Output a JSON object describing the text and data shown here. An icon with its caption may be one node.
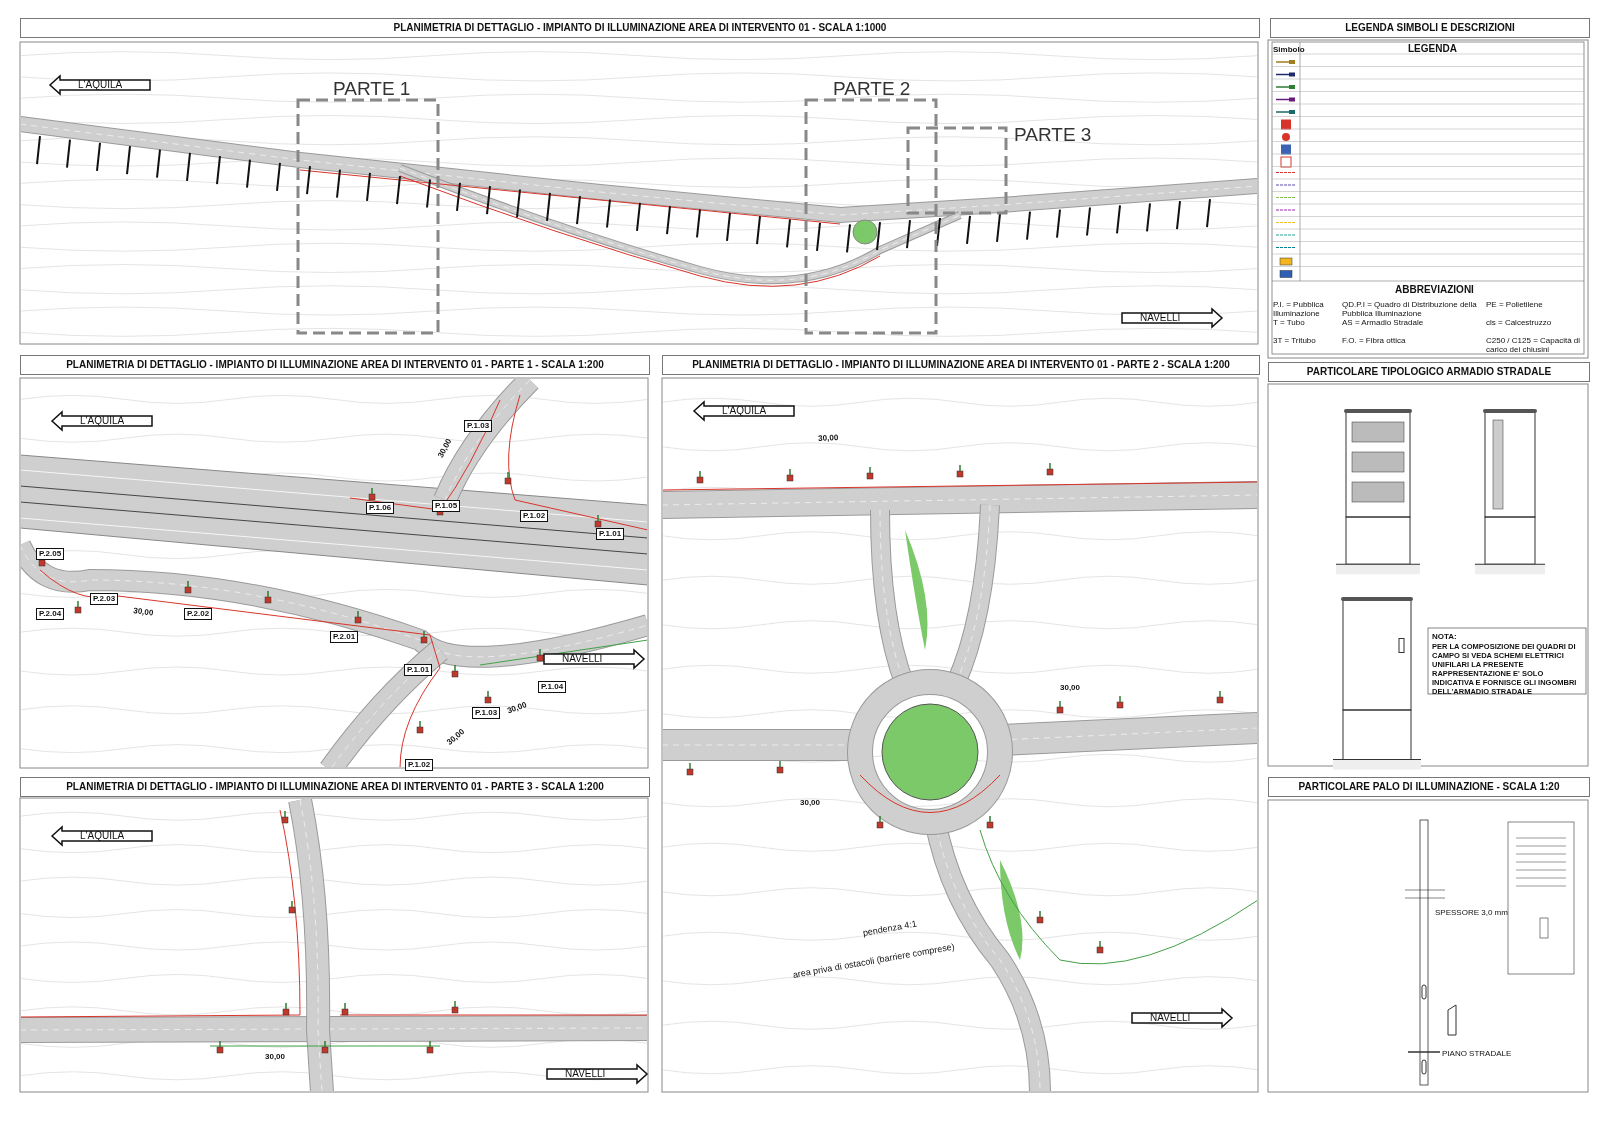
{
  "diagram": {
    "labels": [
      "PLANIMETRIA DI DETTAGLIO - IMPIANTO DI ILLUMINAZIONE AREA DI INTERVENTO 01 - SCALA 1:1000",
      "L'AQUILA",
      "PARTE 1",
      "PARTE 2",
      "PARTE 3",
      "NAVELLI",
      "LEGENDA SIMBOLI E DESCRIZIONI",
      "Simbolo",
      "LEGENDA",
      "ABBREVIAZIONI",
      "P.I. = Pubblica Illuminazione",
      "QD.P.I = Quadro di Distribuzione della Pubblica Illuminazione",
      "PE = Polietilene",
      "T = Tubo",
      "AS = Armadio Stradale",
      "cls = Calcestruzzo",
      "3T = Tritubo",
      "F.O. = Fibra ottica",
      "C250 / C125 = Capacità di carico dei chiusini",
      "PLANIMETRIA DI DETTAGLIO - IMPIANTO DI ILLUMINAZIONE AREA DI INTERVENTO 01 - PARTE 1 - SCALA 1:200",
      "L'AQUILA",
      "P.1.03",
      "P.1.06",
      "P.1.05",
      "P.1.02",
      "P.1.01",
      "P.2.05",
      "P.2.03",
      "P.2.04",
      "P.2.02",
      "P.2.01",
      "P.1.01",
      "P.1.04",
      "P.1.03",
      "P.1.02",
      "30,00",
      "30,00",
      "30,00",
      "30,00",
      "NAVELLI",
      "PLANIMETRIA DI DETTAGLIO - IMPIANTO DI ILLUMINAZIONE AREA DI INTERVENTO 01 - PARTE 2 - SCALA 1:200",
      "L'AQUILA",
      "30,00",
      "30,00",
      "30,00",
      "pendenza 4:1",
      "area priva di ostacoli (barriere comprese)",
      "NAVELLI",
      "PARTICOLARE TIPOLOGICO ARMADIO STRADALE",
      "NOTA:",
      "PER LA COMPOSIZIONE DEI QUADRI DI CAMPO SI VEDA SCHEMI ELETTRICI UNIFILARI LA PRESENTE RAPPRESENTAZIONE E' SOLO INDICATIVA E FORNISCE GLI INGOMBRI DELL'ARMADIO STRADALE",
      "PLANIMETRIA DI DETTAGLIO - IMPIANTO DI ILLUMINAZIONE AREA DI INTERVENTO 01 - PARTE 3 - SCALA 1:200",
      "L'AQUILA",
      "30,00",
      "NAVELLI",
      "PARTICOLARE PALO DI ILLUMINAZIONE  -  SCALA 1:20",
      "SPESSORE 3,0 mm",
      "PIANO STRADALE"
    ]
  }
}
